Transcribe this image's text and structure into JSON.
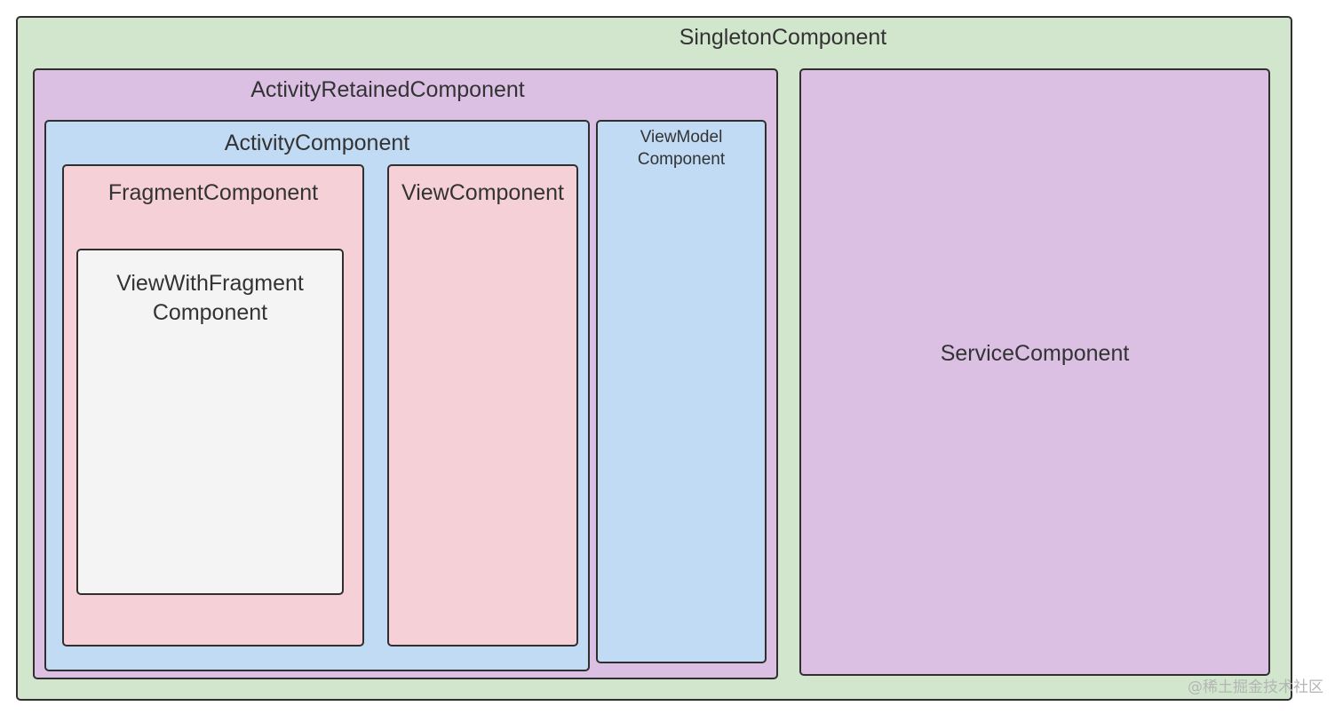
{
  "components": {
    "singleton": "SingletonComponent",
    "activity_retained": "ActivityRetainedComponent",
    "activity": "ActivityComponent",
    "view_model": "ViewModel\nComponent",
    "fragment": "FragmentComponent",
    "view": "ViewComponent",
    "view_with_fragment": "ViewWithFragment\nComponent",
    "service": "ServiceComponent"
  },
  "colors": {
    "singleton": "#d1e6cd",
    "retained_and_service": "#dbc0e4",
    "activity_and_viewmodel": "#c1dbf5",
    "fragment_and_view": "#f5d0d7",
    "view_with_fragment": "#f4f4f4",
    "border": "#2f2f2f"
  },
  "watermark": "@稀土掘金技术社区"
}
